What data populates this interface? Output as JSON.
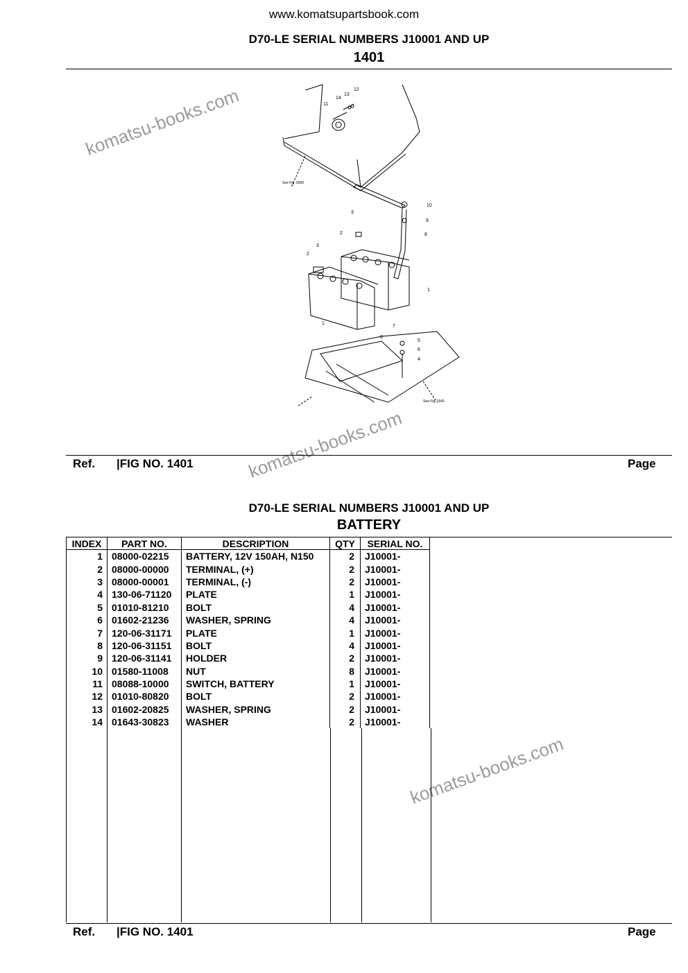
{
  "header": {
    "url": "www.komatsupartsbook.com",
    "title": "D70-LE SERIAL NUMBERS J10001 AND UP",
    "fig_number": "1401"
  },
  "diagram": {
    "callouts": [
      "1",
      "1",
      "2",
      "2",
      "3",
      "3",
      "4",
      "5",
      "6",
      "7",
      "8",
      "9",
      "10",
      "11",
      "12",
      "13",
      "14"
    ],
    "see_fig_top": "See Fig. 0000",
    "see_fig_bottom": "See Fig. 2041"
  },
  "footer": {
    "ref_label": "Ref.",
    "fig_label": "|FIG NO. 1401",
    "page_label": "Page"
  },
  "parts_section": {
    "title": "D70-LE SERIAL NUMBERS J10001 AND UP",
    "subtitle": "BATTERY",
    "columns": [
      "INDEX",
      "PART NO.",
      "DESCRIPTION",
      "QTY",
      "SERIAL NO."
    ],
    "rows": [
      [
        "1",
        "08000-02215",
        "BATTERY, 12V 150AH, N150",
        "2",
        "J10001-"
      ],
      [
        "2",
        "08000-00000",
        "TERMINAL, (+)",
        "2",
        "J10001-"
      ],
      [
        "3",
        "08000-00001",
        "TERMINAL, (-)",
        "2",
        "J10001-"
      ],
      [
        "4",
        "130-06-71120",
        "PLATE",
        "1",
        "J10001-"
      ],
      [
        "5",
        "01010-81210",
        "BOLT",
        "4",
        "J10001-"
      ],
      [
        "6",
        "01602-21236",
        "WASHER, SPRING",
        "4",
        "J10001-"
      ],
      [
        "7",
        "120-06-31171",
        "PLATE",
        "1",
        "J10001-"
      ],
      [
        "8",
        "120-06-31151",
        "BOLT",
        "4",
        "J10001-"
      ],
      [
        "9",
        "120-06-31141",
        "HOLDER",
        "2",
        "J10001-"
      ],
      [
        "10",
        "01580-11008",
        "NUT",
        "8",
        "J10001-"
      ],
      [
        "11",
        "08088-10000",
        "SWITCH, BATTERY",
        "1",
        "J10001-"
      ],
      [
        "12",
        "01010-80820",
        "BOLT",
        "2",
        "J10001-"
      ],
      [
        "13",
        "01602-20825",
        "WASHER, SPRING",
        "2",
        "J10001-"
      ],
      [
        "14",
        "01643-30823",
        "WASHER",
        "2",
        "J10001-"
      ]
    ]
  },
  "watermark": "komatsu-books.com"
}
